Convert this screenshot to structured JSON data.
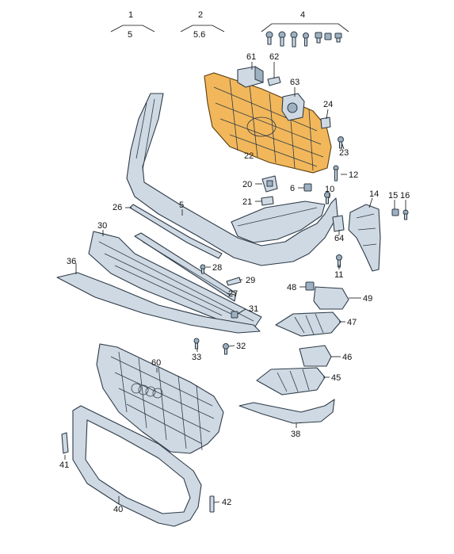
{
  "header_groups": [
    {
      "id": "g1",
      "top": "1",
      "bottom": "5"
    },
    {
      "id": "g2",
      "top": "2",
      "bottom": "5.6"
    },
    {
      "id": "g4",
      "top": "4",
      "bottom": ""
    }
  ],
  "callouts": {
    "c61": "61",
    "c62": "62",
    "c63": "63",
    "c24": "24",
    "c23": "23",
    "c22": "22",
    "c12": "12",
    "c20": "20",
    "c6": "6",
    "c10": "10",
    "c14": "14",
    "c15": "15",
    "c16": "16",
    "c21": "21",
    "c26": "26",
    "c5": "5",
    "c64": "64",
    "c30": "30",
    "c28": "28",
    "c36": "36",
    "c29": "29",
    "c27": "27",
    "c11": "11",
    "c48": "48",
    "c49": "49",
    "c31": "31",
    "c47": "47",
    "c32": "32",
    "c33": "33",
    "c46": "46",
    "c60": "60",
    "c45": "45",
    "c41": "41",
    "c38": "38",
    "c42": "42",
    "c40": "40"
  },
  "colors": {
    "part_fill": "#cfd9e3",
    "part_outline": "#2d3b48",
    "highlight": "#f2b75a"
  }
}
